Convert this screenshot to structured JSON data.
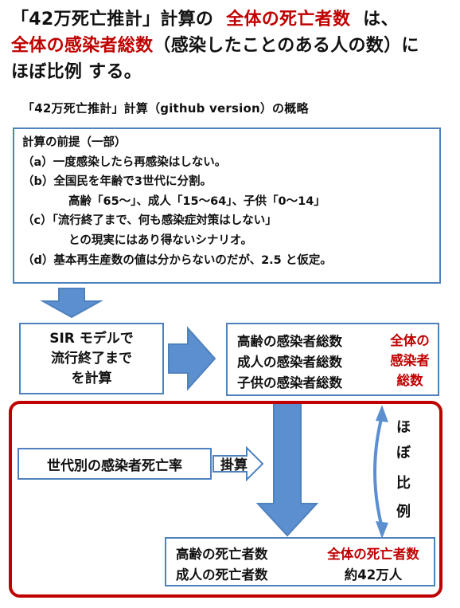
{
  "headline": {
    "line1_a": "「42万死亡推計」計算の",
    "line1_b": "全体の死亡者数",
    "line1_c": "は、",
    "line2_a": "全体の感染者総数",
    "line2_b": "（感染したことのある人の数）に",
    "line3": "ほぼ比例 する。"
  },
  "subtitle": "「42万死亡推計」計算（github version）の概略",
  "premise": {
    "title": "計算の前提（一部）",
    "lines": [
      "（a）一度感染したら再感染はしない。",
      "（b）全国民を年齢で3世代に分割。",
      "高齢「65～」、成人「15～64」、子供「0～14」",
      "（c）「流行終了まで、何も感染症対策はしない」",
      "との現実にはあり得ないシナリオ。",
      "（d）基本再生産数の値は分からないのだが、2.5 と仮定。"
    ]
  },
  "sir": {
    "line1": "SIR モデルで",
    "line2": "流行終了まで",
    "line3": "を計算"
  },
  "infected": {
    "elderly": "高齢の感染者総数",
    "adult": "成人の感染者総数",
    "child": "子供の感染者総数",
    "total_1": "全体の",
    "total_2": "感染者",
    "total_3": "総数"
  },
  "rate_label": "世代別の感染者死亡率",
  "multiply_label": "掛算",
  "deaths": {
    "elderly": "高齢の死亡者数",
    "adult": "成人の死亡者数",
    "total_label": "全体の死亡者数",
    "total_value": "約42万人"
  },
  "proportional": [
    "ほ",
    "ぼ",
    "比",
    "例"
  ],
  "colors": {
    "accent_red": "#c00000",
    "blue_border": "#4f81bd",
    "blue_fill": "#5b8fd0"
  }
}
